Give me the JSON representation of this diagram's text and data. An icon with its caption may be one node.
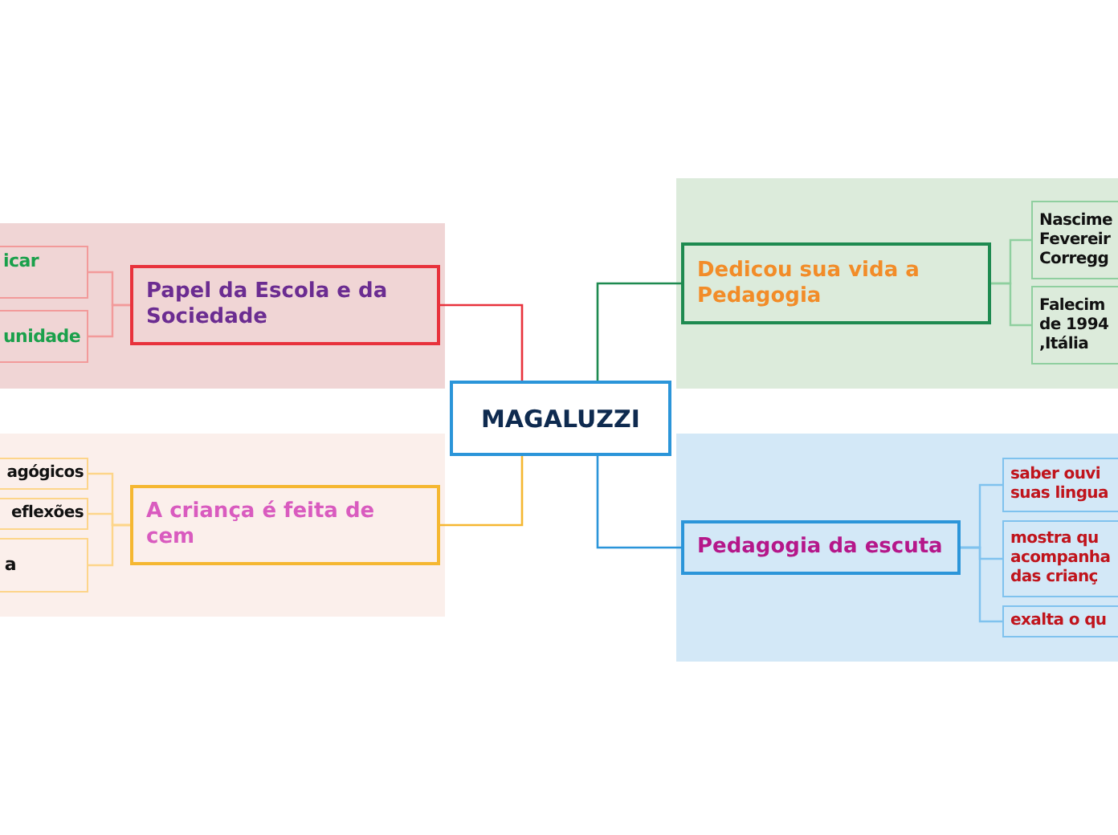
{
  "diagram": {
    "nodes": [
      {
        "text": [
          "MAGALUZZI"
        ]
      },
      {
        "text": [
          "Papel da Escola e da Sociedade"
        ]
      },
      {
        "text": [
          "icar"
        ]
      },
      {
        "text": [
          "unidade"
        ]
      },
      {
        "text": [
          "A criança é feita de cem"
        ]
      },
      {
        "text": [
          "agógicos"
        ]
      },
      {
        "text": [
          "eflexões"
        ]
      },
      {
        "text": [
          "a"
        ]
      },
      {
        "text": [
          "Dedicou sua vida a Pedagogia"
        ]
      },
      {
        "text": [
          "Nascime Fevereir Corregg"
        ]
      },
      {
        "text": [
          "Falecim de 1994 ,Itália"
        ]
      },
      {
        "text": [
          "Pedagogia da escuta"
        ]
      },
      {
        "text": [
          "saber ouvi suas lingua"
        ]
      },
      {
        "text": [
          "mostra qu acompanha das crianç"
        ]
      },
      {
        "text": [
          "exalta o qu"
        ]
      }
    ],
    "edges": [
      {
        "from": 0,
        "to": 1,
        "arrow": "none",
        "color": "#e8323c"
      },
      {
        "from": 1,
        "to": 2,
        "arrow": "none",
        "color": "#f29a9a"
      },
      {
        "from": 1,
        "to": 3,
        "arrow": "none",
        "color": "#f29a9a"
      },
      {
        "from": 0,
        "to": 4,
        "arrow": "none",
        "color": "#f5b731"
      },
      {
        "from": 4,
        "to": 5,
        "arrow": "none",
        "color": "#fdd58a"
      },
      {
        "from": 4,
        "to": 6,
        "arrow": "none",
        "color": "#fdd58a"
      },
      {
        "from": 4,
        "to": 7,
        "arrow": "none",
        "color": "#fdd58a"
      },
      {
        "from": 0,
        "to": 8,
        "arrow": "none",
        "color": "#1e8a50"
      },
      {
        "from": 8,
        "to": 9,
        "arrow": "none",
        "color": "#8fcf9f"
      },
      {
        "from": 8,
        "to": 10,
        "arrow": "none",
        "color": "#8fcf9f"
      },
      {
        "from": 0,
        "to": 11,
        "arrow": "none",
        "color": "#2b95d9"
      },
      {
        "from": 11,
        "to": 12,
        "arrow": "none",
        "color": "#7fc2ee"
      },
      {
        "from": 11,
        "to": 13,
        "arrow": "none",
        "color": "#7fc2ee"
      },
      {
        "from": 11,
        "to": 14,
        "arrow": "none",
        "color": "#7fc2ee"
      }
    ]
  }
}
